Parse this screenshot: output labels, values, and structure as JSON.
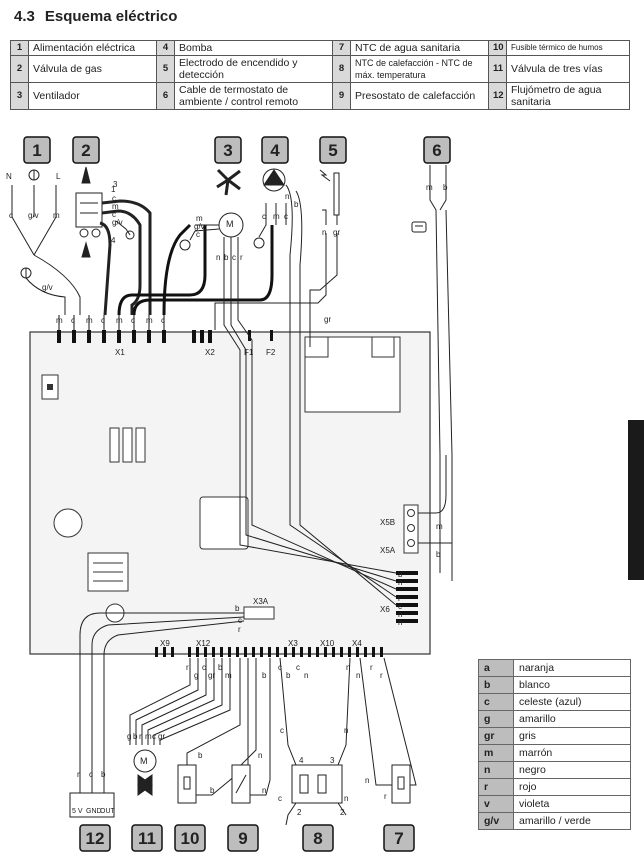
{
  "section": {
    "number": "4.3",
    "title": "Esquema eléctrico"
  },
  "components": [
    {
      "n": "1",
      "label": "Alimentación eléctrica"
    },
    {
      "n": "2",
      "label": "Válvula de gas"
    },
    {
      "n": "3",
      "label": "Ventilador"
    },
    {
      "n": "4",
      "label": "Bomba"
    },
    {
      "n": "5",
      "label": "Electrodo de encendido y detección"
    },
    {
      "n": "6",
      "label": "Cable de termostato de ambiente / control remoto"
    },
    {
      "n": "7",
      "label": "NTC de agua sanitaria"
    },
    {
      "n": "8",
      "label": "NTC de calefacción - NTC de máx. temperatura"
    },
    {
      "n": "9",
      "label": "Presostato de calefacción"
    },
    {
      "n": "10",
      "label": "Fusible térmico de humos"
    },
    {
      "n": "11",
      "label": "Válvula de tres vías"
    },
    {
      "n": "12",
      "label": "Flujómetro de agua sanitaria"
    }
  ],
  "colors": [
    {
      "k": "a",
      "v": "naranja"
    },
    {
      "k": "b",
      "v": "blanco"
    },
    {
      "k": "c",
      "v": "celeste (azul)"
    },
    {
      "k": "g",
      "v": "amarillo"
    },
    {
      "k": "gr",
      "v": "gris"
    },
    {
      "k": "m",
      "v": "marrón"
    },
    {
      "k": "n",
      "v": "negro"
    },
    {
      "k": "r",
      "v": "rojo"
    },
    {
      "k": "v",
      "v": "violeta"
    },
    {
      "k": "g/v",
      "v": "amarillo / verde"
    }
  ],
  "diagram": {
    "top_numbers": [
      "1",
      "2",
      "3",
      "4",
      "5",
      "6"
    ],
    "bottom_numbers": [
      "12",
      "11",
      "10",
      "9",
      "8",
      "7"
    ],
    "connectors": [
      "X1",
      "X2",
      "F1",
      "F2",
      "X3A",
      "X5B",
      "X5A",
      "X6",
      "X9",
      "X12",
      "X3",
      "X10",
      "X4"
    ],
    "supply_labels": [
      "N",
      "L"
    ],
    "flow_labels": [
      "5 V",
      "GND",
      "OUT"
    ],
    "wire_letters": {
      "x1_pins": [
        "m",
        "c",
        "m",
        "c",
        "m",
        "c",
        "m",
        "c"
      ],
      "supply": [
        "c",
        "g/v",
        "m"
      ],
      "supply_ground": "g/v",
      "valve_pins": [
        "1",
        "3",
        "c",
        "m",
        "c",
        "g/v",
        "4"
      ],
      "fan": [
        "m",
        "g/v",
        "c"
      ],
      "fan_out": [
        "n",
        "b",
        "c",
        "r"
      ],
      "pump": [
        "c",
        "m",
        "c"
      ],
      "pump_top": [
        "n",
        "b"
      ],
      "electrode": [
        "n",
        "gr"
      ],
      "board_gr": "gr",
      "thermostat": [
        "m",
        "b"
      ],
      "x5": [
        "m",
        "b"
      ],
      "x6": [
        "b",
        "n",
        "r",
        "c",
        "n",
        "n"
      ],
      "x3a": [
        "b",
        "c",
        "r"
      ],
      "x12": [
        "r",
        "g",
        "c",
        "gr",
        "b",
        "m"
      ],
      "x3": [
        "b",
        "c",
        "b",
        "c",
        "n"
      ],
      "x4": [
        "n",
        "n",
        "r",
        "r"
      ],
      "valve3": [
        "g",
        "b",
        "r",
        "m",
        "c",
        "gr"
      ],
      "valve3_motor": "M",
      "fan_motor": "M",
      "flow": [
        "r",
        "c",
        "b"
      ],
      "fuse": [
        "b",
        "b"
      ],
      "press": [
        "n",
        "n"
      ],
      "ntc8": [
        "c",
        "c",
        "n",
        "n"
      ],
      "ntc8_pins": [
        "4",
        "3",
        "2",
        "2"
      ],
      "ntc7": [
        "n",
        "r"
      ]
    }
  }
}
